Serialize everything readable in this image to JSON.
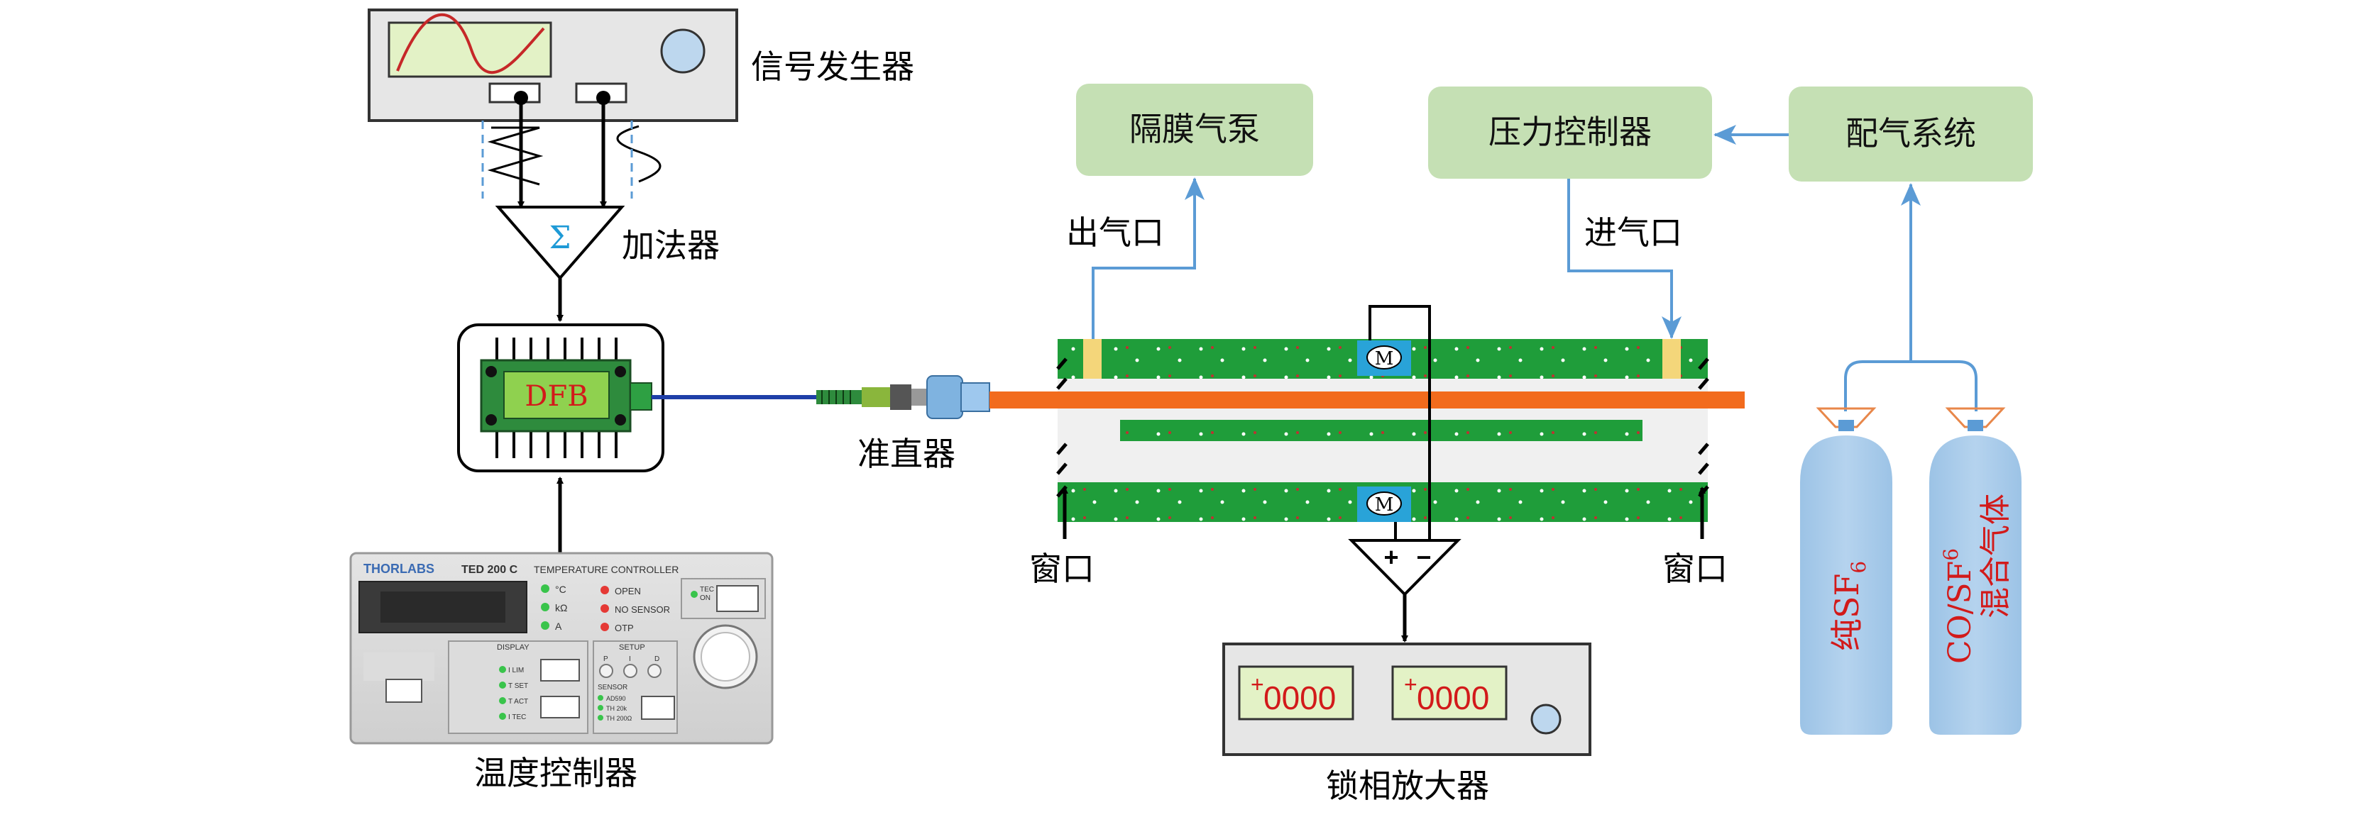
{
  "labels": {
    "signal_generator": "信号发生器",
    "adder": "加法器",
    "adder_symbol": "Σ",
    "dfb": "DFB",
    "collimator": "准直器",
    "temp_controller": "温度控制器",
    "diaphragm_pump": "隔膜气泵",
    "pressure_controller": "压力控制器",
    "gas_system": "配气系统",
    "gas_outlet": "出气口",
    "gas_inlet": "进气口",
    "window_left": "窗口",
    "window_right": "窗口",
    "lockin": "锁相放大器",
    "mic_top": "M",
    "mic_bottom": "M",
    "plus": "+",
    "minus": "−",
    "display_left": "0000",
    "display_right": "0000",
    "display_sign": "+",
    "bottle_left": "纯SF",
    "bottle_left_sub": "6",
    "bottle_right_line1": "CO/SF",
    "bottle_right_sub": "6",
    "bottle_right_line2": "混合气体"
  },
  "thorlabs": {
    "brand": "THORLABS",
    "model": "TED 200 C",
    "title": "TEMPERATURE CONTROLLER",
    "unit_c": "°C",
    "unit_k": "kΩ",
    "unit_a": "A",
    "open": "OPEN",
    "no_sensor": "NO SENSOR",
    "otp": "OTP",
    "tec": "TEC",
    "on": "ON",
    "display": "DISPLAY",
    "setup": "SETUP",
    "ilim": "I LIM",
    "tset": "T SET",
    "tact": "T ACT",
    "itec": "I TEC",
    "sensor": "SENSOR",
    "ad590": "AD590",
    "th20k": "TH 20k",
    "th200": "TH 200Ω",
    "p": "P",
    "i": "I",
    "d": "D"
  }
}
